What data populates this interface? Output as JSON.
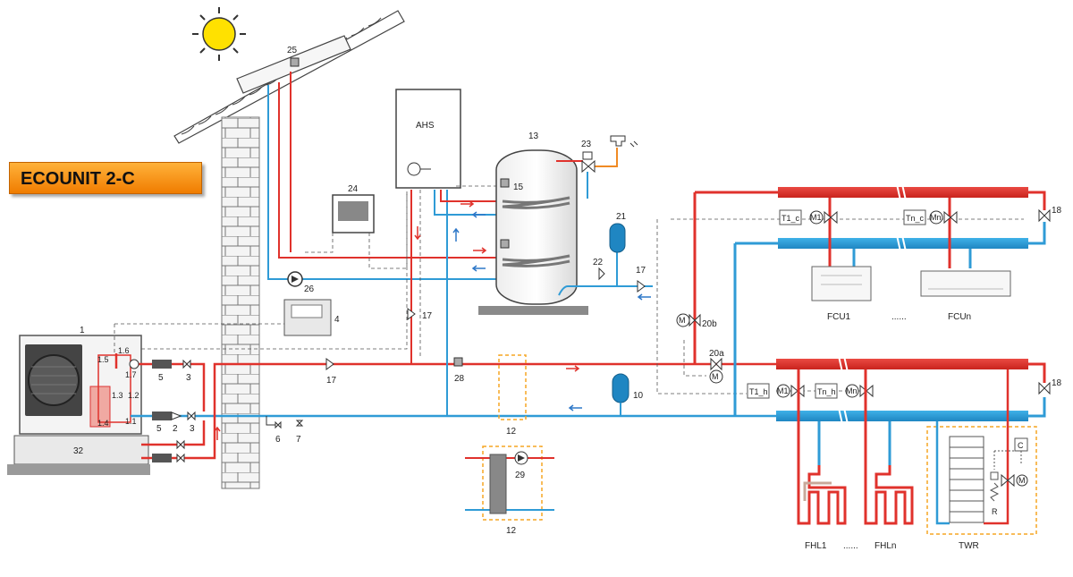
{
  "title": "ECOUNIT 2-C",
  "units": {
    "ahs": "AHS",
    "fcu1": "FCU1",
    "fcun": "FCUn",
    "fhl1": "FHL1",
    "fhln": "FHLn",
    "twr": "TWR",
    "dots": "......"
  },
  "sensors": {
    "t1c": "T1_c",
    "tnc": "Tn_c",
    "t1h": "T1_h",
    "tnh": "Tn_h",
    "m1": "M1",
    "mn": "Mn",
    "m": "M",
    "c": "C",
    "r": "R"
  },
  "numbers": {
    "n1": "1",
    "n1_1": "1.1",
    "n1_2": "1.2",
    "n1_3": "1.3",
    "n1_4": "1.4",
    "n1_5": "1.5",
    "n1_6": "1.6",
    "n1_7": "1.7",
    "n2": "2",
    "n3a": "3",
    "n3b": "3",
    "n4": "4",
    "n5a": "5",
    "n5b": "5",
    "n6": "6",
    "n7": "7",
    "n10": "10",
    "n12a": "12",
    "n12b": "12",
    "n13": "13",
    "n15": "15",
    "n17a": "17",
    "n17b": "17",
    "n17c": "17",
    "n18a": "18",
    "n18b": "18",
    "n20a": "20a",
    "n20b": "20b",
    "n21": "21",
    "n22": "22",
    "n23": "23",
    "n24": "24",
    "n25": "25",
    "n26": "26",
    "n28": "28",
    "n29": "29",
    "n32": "32"
  },
  "colors": {
    "hot": "#e0322c",
    "cold": "#2f9bd6",
    "orange": "#f08a24",
    "brick": "#9a9a9a",
    "ground": "#8a8a8a",
    "dashed": "#f5a623"
  }
}
